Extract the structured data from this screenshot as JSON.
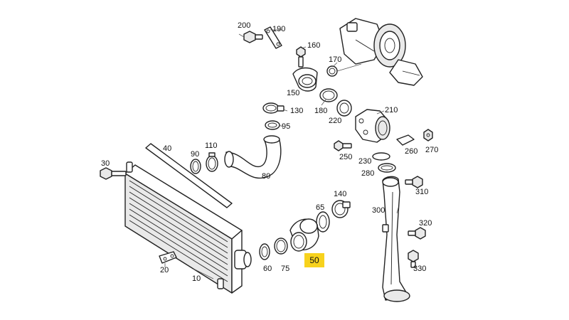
{
  "colors": {
    "highlight": "#f7d21d",
    "line": "#222222",
    "background": "#ffffff"
  },
  "highlighted_part": "50",
  "labels": {
    "p10": "10",
    "p20": "20",
    "p30": "30",
    "p40": "40",
    "p50": "50",
    "p60": "60",
    "p65": "65",
    "p75": "75",
    "p80": "80",
    "p90": "90",
    "p95": "95",
    "p110": "110",
    "p130": "130",
    "p140": "140",
    "p150": "150",
    "p160": "160",
    "p170": "170",
    "p180": "180",
    "p190": "190",
    "p200": "200",
    "p210": "210",
    "p220": "220",
    "p230": "230",
    "p250": "250",
    "p260": "260",
    "p270": "270",
    "p280": "280",
    "p300": "300",
    "p310": "310",
    "p320": "320",
    "p330": "330"
  }
}
